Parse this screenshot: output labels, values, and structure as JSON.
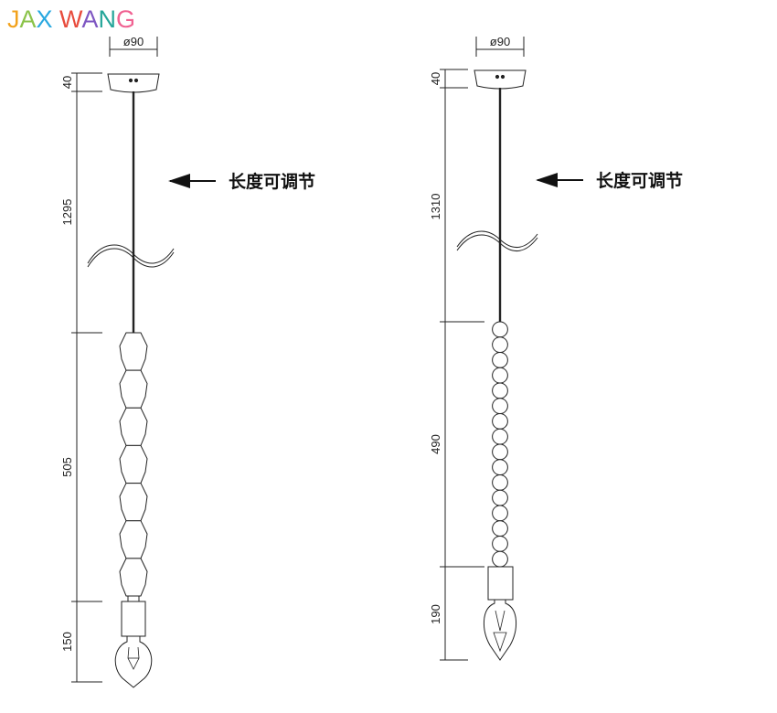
{
  "logo": {
    "letters": [
      "J",
      "A",
      "X",
      " ",
      "W",
      "A",
      "N",
      "G"
    ],
    "colors": [
      "#f2a21c",
      "#8bc34a",
      "#29a8e0",
      "#ffffff",
      "#e84c3d",
      "#7e57c2",
      "#26a69a",
      "#f06292"
    ]
  },
  "left_lamp": {
    "canopy_width": "ø90",
    "canopy_height": "40",
    "cable_length": "1295",
    "shade_length": "505",
    "holder_length": "150",
    "annotation": "长度可调节"
  },
  "right_lamp": {
    "canopy_width": "ø90",
    "canopy_height": "40",
    "cable_length": "1310",
    "shade_length": "490",
    "holder_length": "190",
    "annotation": "长度可调节"
  }
}
